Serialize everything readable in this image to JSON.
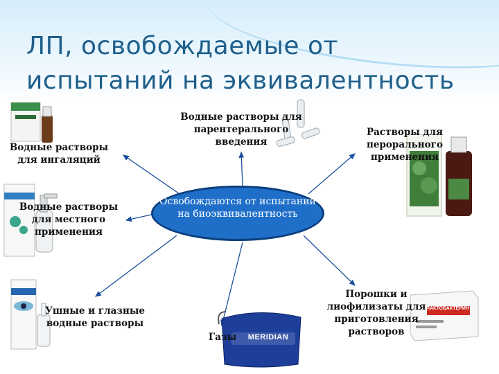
{
  "title": "ЛП, освобождаемые от испытаний на эквивалентность",
  "center": "Освобождаются от испытаний на биоэквивалентность",
  "labels": {
    "inhalation": "Водные растворы для ингаляций",
    "parenteral": "Водные растворы для парентерального введения",
    "oral": "Растворы для перорального применения",
    "local": "Водные растворы для местного применения",
    "ear_eye": "Ушные и глазные водные растворы",
    "gases": "Газы",
    "powders": "Порошки и лиофилизаты для приготовления растворов"
  },
  "product_texts": {
    "laktobakterin": "ЛАКТОБАКТЕРИН",
    "meridian": "MERIDIAN"
  },
  "colors": {
    "title": "#1f5f8b",
    "center_fill": "#1f6fc9",
    "center_border": "#0b3f7d",
    "arrow": "#1a4f9c"
  }
}
